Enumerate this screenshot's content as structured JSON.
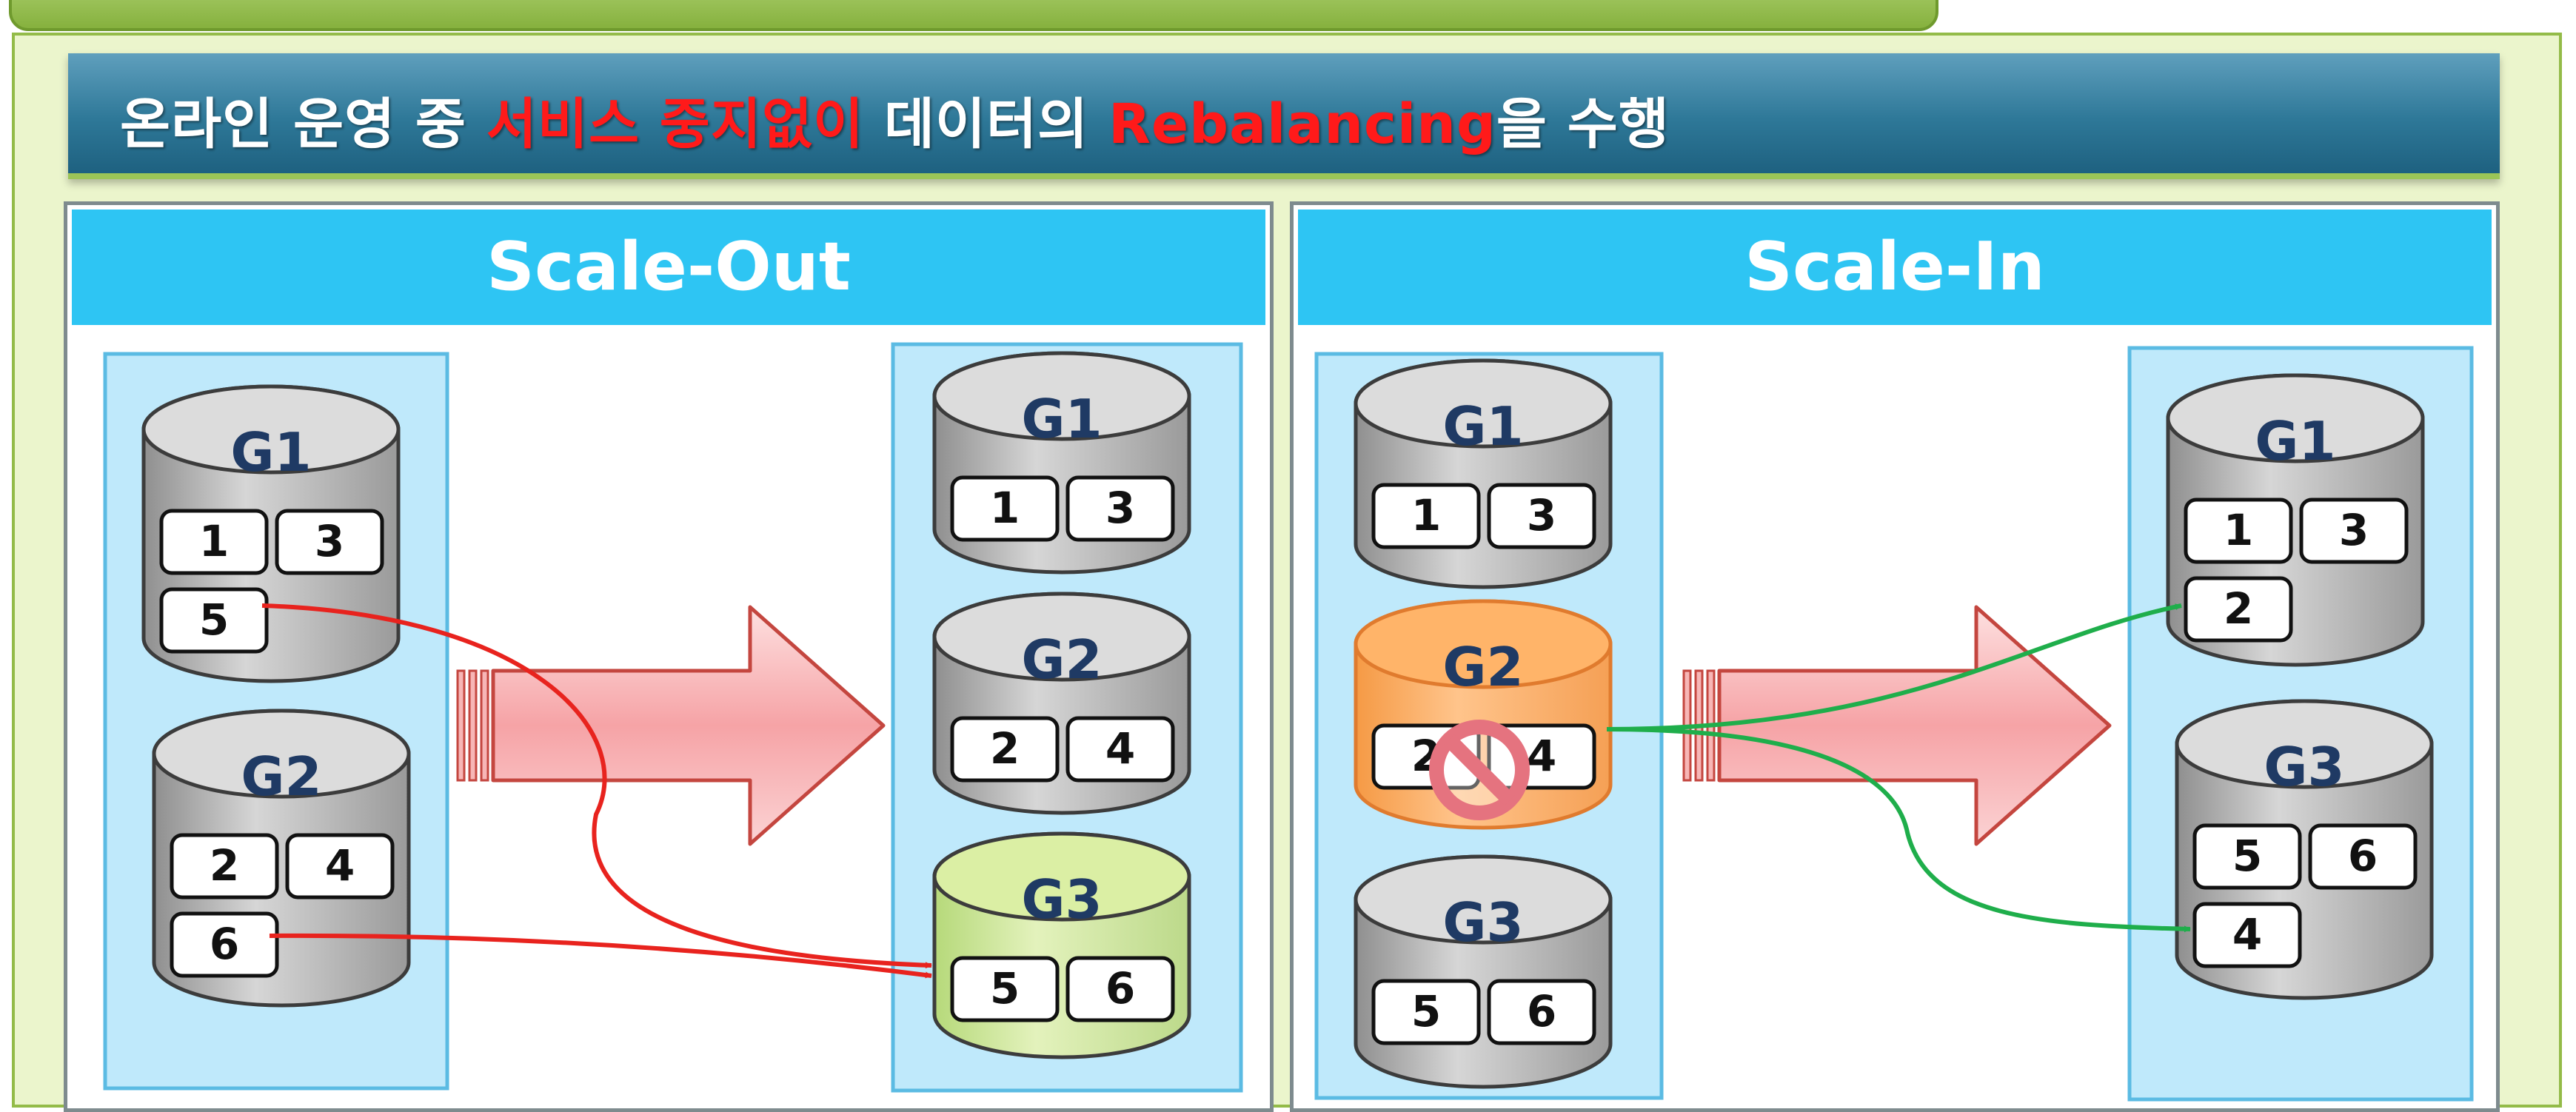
{
  "banner": {
    "segments": [
      {
        "text": "온라인 운영 중 ",
        "highlight": false
      },
      {
        "text": "서비스 중지없이",
        "highlight": true
      },
      {
        "text": " 데이터의 ",
        "highlight": false
      },
      {
        "text": "Rebalancing",
        "highlight": true
      },
      {
        "text": "을 수행",
        "highlight": false
      }
    ]
  },
  "colors": {
    "frame_green": "#93bb48",
    "banner_blue": "#2e7898",
    "header_cyan": "#2ec5f3",
    "column_blue": "#bfe9fb",
    "highlight_red": "#ff1a1a",
    "red_arrow": "#e8231e",
    "green_arrow": "#1fae4b",
    "new_group_fill": "#dbefa4",
    "removed_group_fill": "#ffb469",
    "stop_icon": "#e5737f"
  },
  "scale_out": {
    "title": "Scale-Out",
    "before": [
      {
        "name": "G1",
        "shards": [
          "1",
          "3",
          "5"
        ]
      },
      {
        "name": "G2",
        "shards": [
          "2",
          "4",
          "6"
        ]
      }
    ],
    "after": [
      {
        "name": "G1",
        "shards": [
          "1",
          "3"
        ]
      },
      {
        "name": "G2",
        "shards": [
          "2",
          "4"
        ]
      },
      {
        "name": "G3",
        "shards": [
          "5",
          "6"
        ],
        "state": "added"
      }
    ],
    "moves": [
      {
        "shard": "5",
        "from": "G1",
        "to": "G3"
      },
      {
        "shard": "6",
        "from": "G2",
        "to": "G3"
      }
    ]
  },
  "scale_in": {
    "title": "Scale-In",
    "before": [
      {
        "name": "G1",
        "shards": [
          "1",
          "3"
        ]
      },
      {
        "name": "G2",
        "shards": [
          "2",
          "4"
        ],
        "state": "removed"
      },
      {
        "name": "G3",
        "shards": [
          "5",
          "6"
        ]
      }
    ],
    "after": [
      {
        "name": "G1",
        "shards": [
          "1",
          "3",
          "2"
        ]
      },
      {
        "name": "G3",
        "shards": [
          "5",
          "6",
          "4"
        ]
      }
    ],
    "moves": [
      {
        "shard": "2",
        "from": "G2",
        "to": "G1"
      },
      {
        "shard": "4",
        "from": "G2",
        "to": "G3"
      }
    ]
  }
}
